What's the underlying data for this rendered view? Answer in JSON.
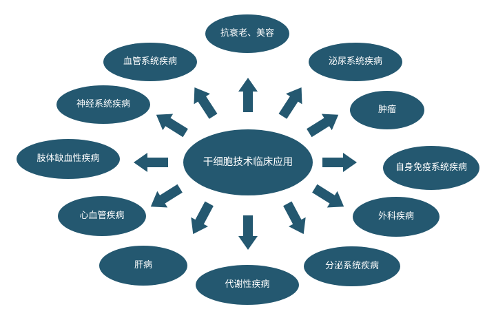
{
  "diagram": {
    "center": "干细胞技术临床应用",
    "nodes": {
      "top": "抗衰老、美容",
      "vascular": "血管系统疾病",
      "urinary": "泌尿系统疾病",
      "nervous": "神经系统疾病",
      "tumor": "肿瘤",
      "limb": "肢体缺血性疾病",
      "autoimmune": "自身免疫系统疾病",
      "cardio": "心血管疾病",
      "surgical": "外科疾病",
      "liver": "肝病",
      "metabolic": "代谢性疾病",
      "endocrine": "分泌系统疾病"
    },
    "colors": {
      "node_fill": "#245870",
      "node_text": "#ffffff",
      "arrow_fill": "#245870",
      "background": "#ffffff"
    }
  }
}
